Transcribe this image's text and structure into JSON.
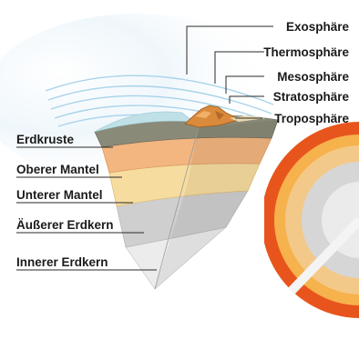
{
  "atmosphere_labels": [
    "Exosphäre",
    "Thermosphäre",
    "Mesosphäre",
    "Stratosphäre",
    "Troposphäre"
  ],
  "earth_layer_labels": [
    "Erdkruste",
    "Oberer Mantel",
    "Unterer Mantel",
    "Äußerer Erdkern",
    "Innerer Erdkern"
  ],
  "colors": {
    "crust": "#8a8a78",
    "upper_mantle": "#f3b680",
    "lower_mantle": "#f7dca0",
    "outer_core": "#cfcfcf",
    "inner_core": "#ececec",
    "ocean": "#bfe0e6",
    "mountain": "#d98a3a",
    "sphere_outer": "#e8551c",
    "sphere_ring": "#f6b24c",
    "atmosphere_lines": "#a9d3ea"
  }
}
